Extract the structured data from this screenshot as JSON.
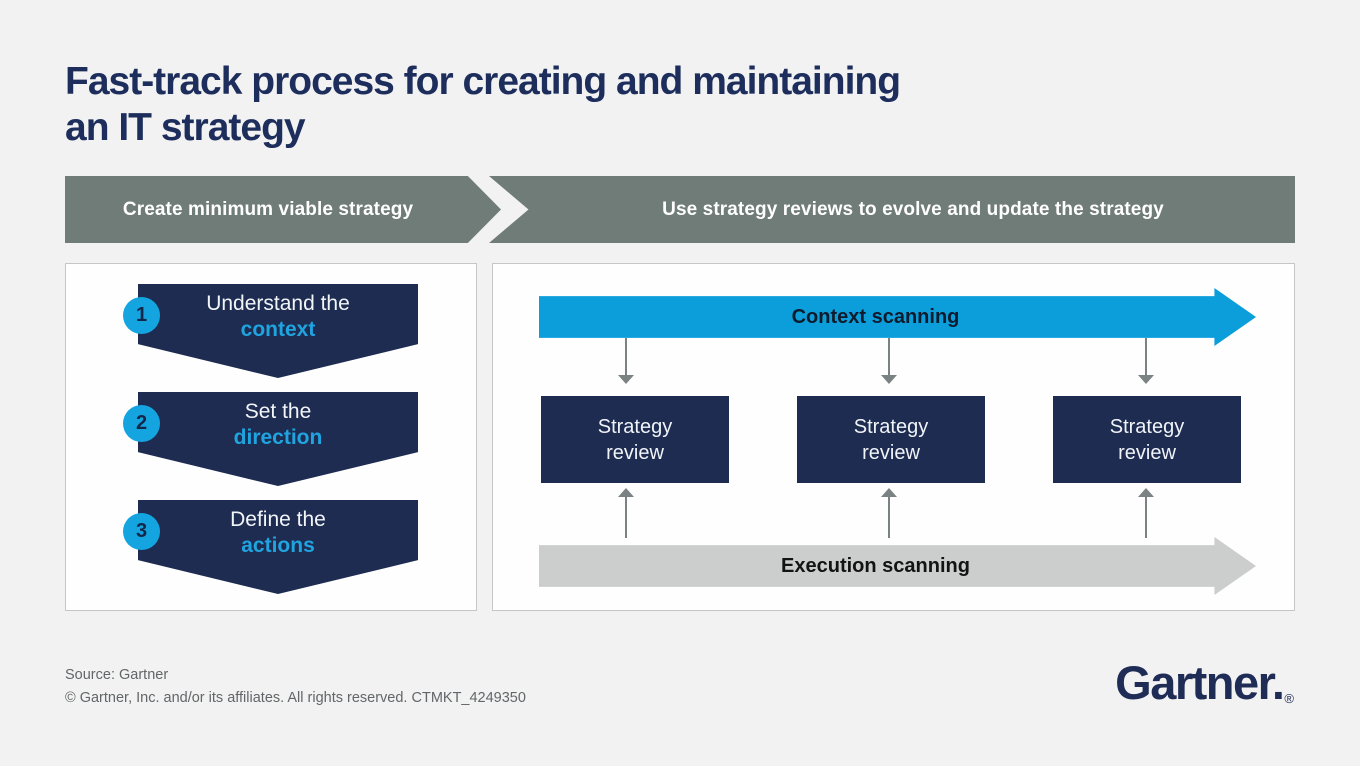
{
  "title": {
    "line1": "Fast-track process for creating and maintaining",
    "line2": "an IT strategy"
  },
  "header_flow": {
    "phase1_label": "Create minimum viable strategy",
    "phase2_label": "Use strategy reviews to evolve and update the strategy"
  },
  "left_panel": {
    "steps": [
      {
        "number": "1",
        "line1": "Understand the",
        "line2": "context"
      },
      {
        "number": "2",
        "line1": "Set the",
        "line2": "direction"
      },
      {
        "number": "3",
        "line1": "Define the",
        "line2": "actions"
      }
    ]
  },
  "right_panel": {
    "context_arrow_label": "Context scanning",
    "execution_arrow_label": "Execution scanning",
    "review_boxes": [
      {
        "line1": "Strategy",
        "line2": "review"
      },
      {
        "line1": "Strategy",
        "line2": "review"
      },
      {
        "line1": "Strategy",
        "line2": "review"
      }
    ]
  },
  "footer": {
    "source": "Source: Gartner",
    "copyright": "© Gartner, Inc. and/or its affiliates. All rights reserved. CTMKT_4249350",
    "logo_text": "Gartner.",
    "logo_registered_mark": "®"
  },
  "colors": {
    "background": "#f2f2f2",
    "title_navy": "#1d2e5c",
    "banner_gray_green": "#707c77",
    "dark_navy": "#1e2c52",
    "brand_cyan": "#14a5e0",
    "context_arrow_blue": "#0c9eda",
    "execution_arrow_gray": "#cccdcd",
    "connector_gray": "#7b8283",
    "footer_gray": "#626668"
  }
}
